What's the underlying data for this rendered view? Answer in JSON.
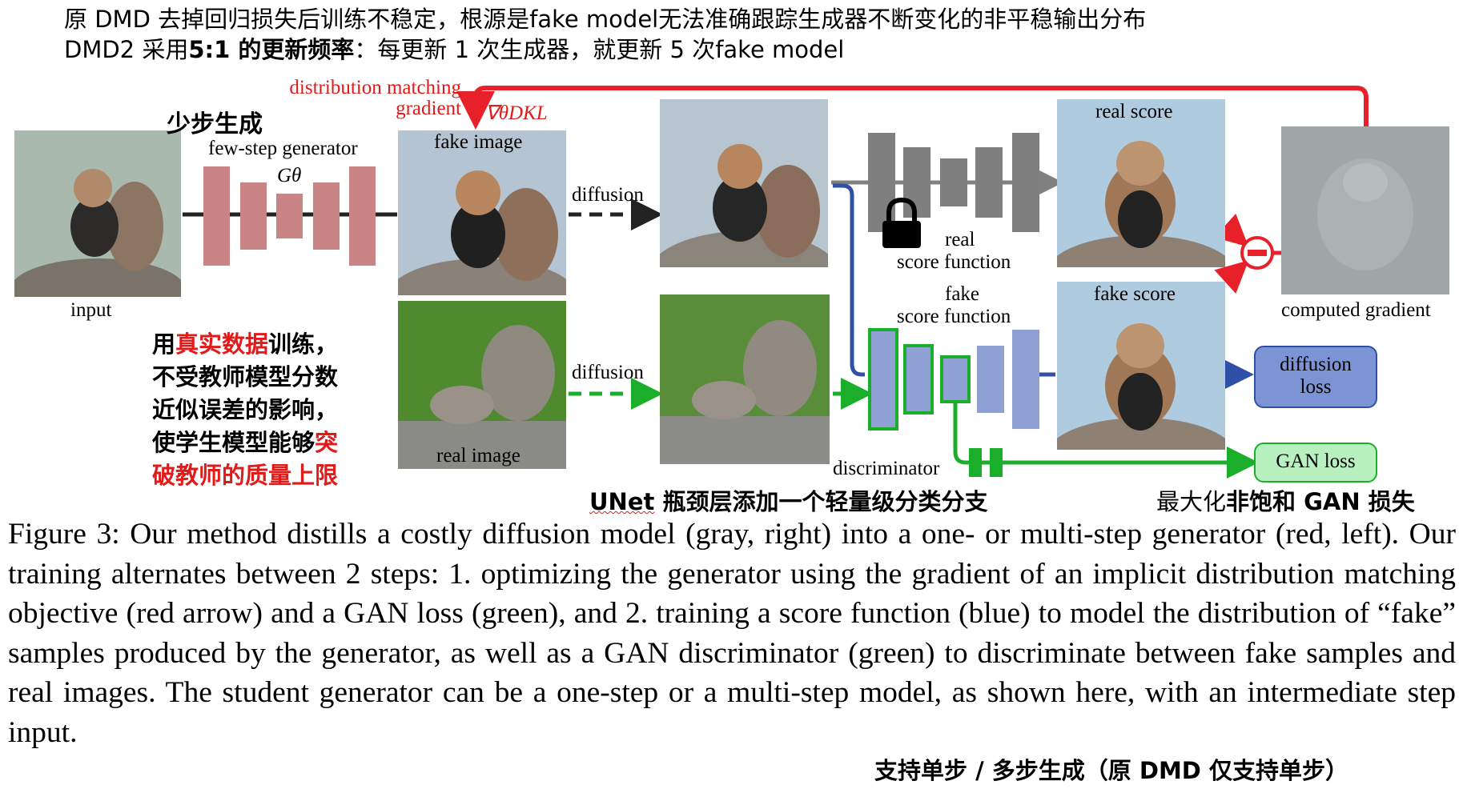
{
  "top_notes": {
    "line1": "原 DMD 去掉回归损失后训练不稳定，根源是fake model无法准确跟踪生成器不断变化的非平稳输出分布",
    "line2_prefix": "DMD2 采用",
    "line2_bold": "5:1 的更新频率",
    "line2_suffix": "：每更新 1 次生成器，就更新 5 次fake model"
  },
  "diagram": {
    "few_step_title": "少步生成",
    "generator_label": "few-step generator",
    "generator_symbol": "Gθ",
    "input_label": "input",
    "dm_label_1": "distribution matching",
    "dm_label_2": "gradient",
    "dm_symbol": "∇θDKL",
    "fake_image_label": "fake image",
    "real_image_label": "real image",
    "diffusion_label_top": "diffusion",
    "diffusion_label_bottom": "diffusion",
    "real_score_function_1": "real",
    "real_score_function_2": "score function",
    "fake_score_function_1": "fake",
    "fake_score_function_2": "score function",
    "real_score_label": "real score",
    "fake_score_label": "fake score",
    "computed_gradient_label": "computed gradient",
    "diffusion_loss_1": "diffusion",
    "diffusion_loss_2": "loss",
    "gan_loss": "GAN loss",
    "discriminator_label": "discriminator",
    "left_note": {
      "l1_a": "用",
      "l1_red": "真实数据",
      "l1_b": "训练，",
      "l2": "不受教师模型分数",
      "l3": "近似误差的影响，",
      "l4_a": "使学生模型能够",
      "l4_red": "突",
      "l5_red": "破教师的质量上限"
    },
    "unet_note_a": "UNet",
    "unet_note_b": " 瓶颈层添加一个轻量级分类分支",
    "gan_note_a": "最大化",
    "gan_note_b": "非饱和 GAN",
    "gan_note_c": " 损失"
  },
  "caption": "Figure 3: Our method distills a costly diffusion model (gray, right) into a one- or multi-step generator (red, left). Our training alternates between 2 steps: 1. optimizing the generator using the gradient of an implicit distribution matching objective (red arrow) and a GAN loss (green), and 2. training a score function (blue) to model the distribution of “fake” samples produced by the generator, as well as a GAN discriminator (green) to discriminate between fake samples and real images. The student generator can be a one-step or a multi-step model, as shown here, with an intermediate step input.",
  "bottom_note": "支持单步 / 多步生成（原 DMD 仅支持单步）",
  "colors": {
    "generator": "#c98585",
    "gray_net": "#808080",
    "fake_net": "#8ea0d4",
    "green": "#1aae2a",
    "red": "#e8202a",
    "blue_line": "#3050a8",
    "loss_box_blue": "#7c93d4",
    "loss_box_green": "#b8f0c0"
  }
}
